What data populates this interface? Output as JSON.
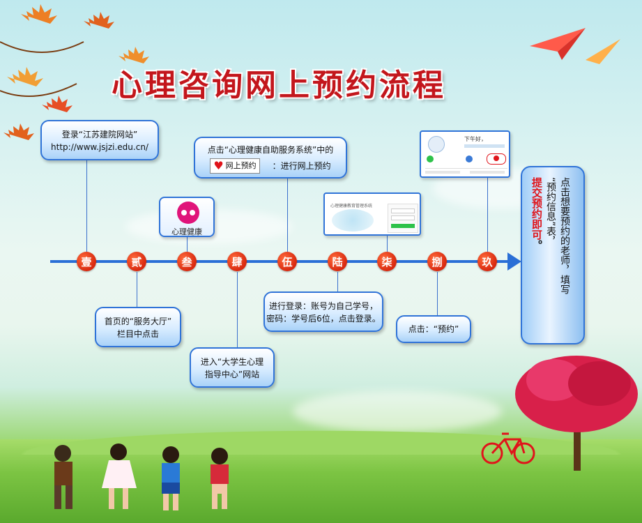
{
  "title": "心理咨询网上预约流程",
  "steps": [
    "壹",
    "贰",
    "叁",
    "肆",
    "伍",
    "陆",
    "柒",
    "捌",
    "玖"
  ],
  "box1": {
    "line1": "登录“江苏建院网站”",
    "line2": "http://www.jsjzi.edu.cn/"
  },
  "box2": {
    "line1": "首页的“服务大厅”",
    "line2": "栏目中点击"
  },
  "box3": {
    "label": "心理健康"
  },
  "box4": {
    "line1": "进入“大学生心理",
    "line2": "指导中心”网站"
  },
  "box5": {
    "line1": "点击“心理健康自助服务系统”中的",
    "button_label": "网上预约",
    "suffix": "：进行网上预约"
  },
  "box6": {
    "line1": "进行登录：账号为自己学号，",
    "line2": "密码：学号后6位，点击登录。"
  },
  "box7": {
    "header": "心理健康教育管理系统"
  },
  "box8": {
    "text": "点击：“预约”"
  },
  "box9": {
    "greeting": "下午好，"
  },
  "final": {
    "col1": "点击想要预约的老师，填写",
    "col2": "“预约信息”表，",
    "col3_red": "提交预约即可",
    "col3_end": "。"
  },
  "colors": {
    "title": "#c3161c",
    "step": "#d8280f",
    "line": "#2a6fd6",
    "accent_red": "#e0141b"
  }
}
